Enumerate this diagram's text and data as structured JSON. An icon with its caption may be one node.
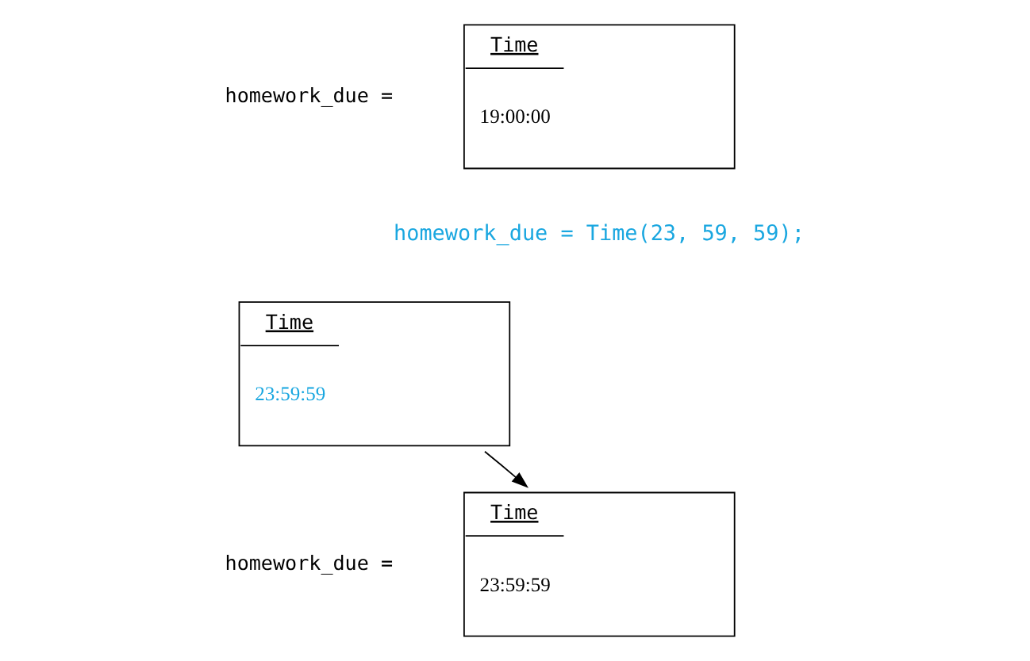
{
  "diagram": {
    "nodes": [
      {
        "text": [
          "Time",
          "19:00:00"
        ],
        "beside": [
          "homework_due ="
        ]
      },
      {
        "text": [
          "Time",
          "23:59:59"
        ]
      },
      {
        "text": [
          "Time",
          "23:59:59"
        ],
        "beside": [
          "homework_due ="
        ]
      }
    ],
    "edges": [
      {
        "from": 1,
        "to": 2,
        "arrow": "to"
      }
    ],
    "labels": [
      "homework_due = Time(23, 59, 59);"
    ]
  }
}
